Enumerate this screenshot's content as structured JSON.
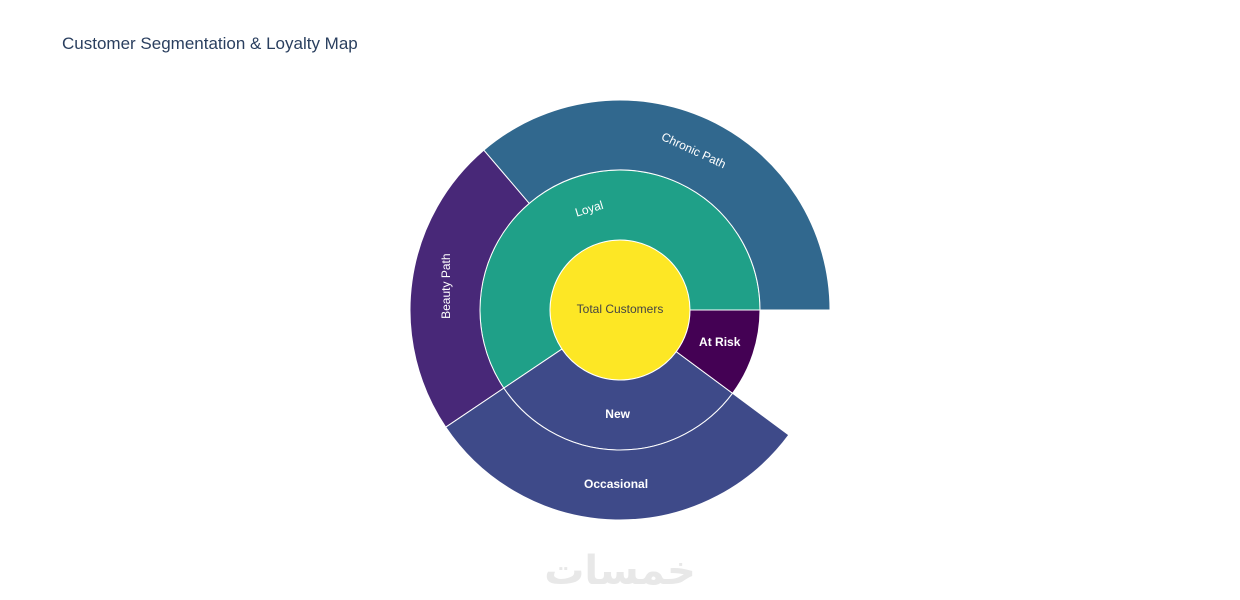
{
  "title": "Customer Segmentation & Loyalty Map",
  "watermark_text": "خمسات",
  "chart_data": {
    "type": "sunburst",
    "title": "Customer Segmentation & Loyalty Map",
    "start_angle_deg": 0,
    "direction": "counterclockwise",
    "root": {
      "label": "Total Customers",
      "color": "#fde725",
      "text_color": "#444444"
    },
    "rings": [
      [
        {
          "id": "loyal",
          "label": "Loyal",
          "start": 0.0,
          "end": 0.5942,
          "color": "#1fa088",
          "text_color": "#ffffff",
          "bold": false
        },
        {
          "id": "new",
          "label": "New",
          "start": 0.5942,
          "end": 0.8986,
          "color": "#3e4a89",
          "text_color": "#ffffff",
          "bold": true
        },
        {
          "id": "atrisk",
          "label": "At Risk",
          "start": 0.8986,
          "end": 1.0,
          "color": "#440154",
          "text_color": "#ffffff",
          "bold": true
        }
      ],
      [
        {
          "id": "chronic",
          "parent": "loyal",
          "label": "Chronic Path",
          "start": 0.0,
          "end": 0.3623,
          "color": "#31688e",
          "text_color": "#ffffff",
          "bold": false
        },
        {
          "id": "beauty",
          "parent": "loyal",
          "label": "Beauty Path",
          "start": 0.3623,
          "end": 0.5942,
          "color": "#482878",
          "text_color": "#ffffff",
          "bold": false
        },
        {
          "id": "occasional",
          "parent": "new",
          "label": "Occasional",
          "start": 0.5942,
          "end": 0.8986,
          "color": "#3e4a89",
          "text_color": "#ffffff",
          "bold": true
        }
      ]
    ]
  }
}
